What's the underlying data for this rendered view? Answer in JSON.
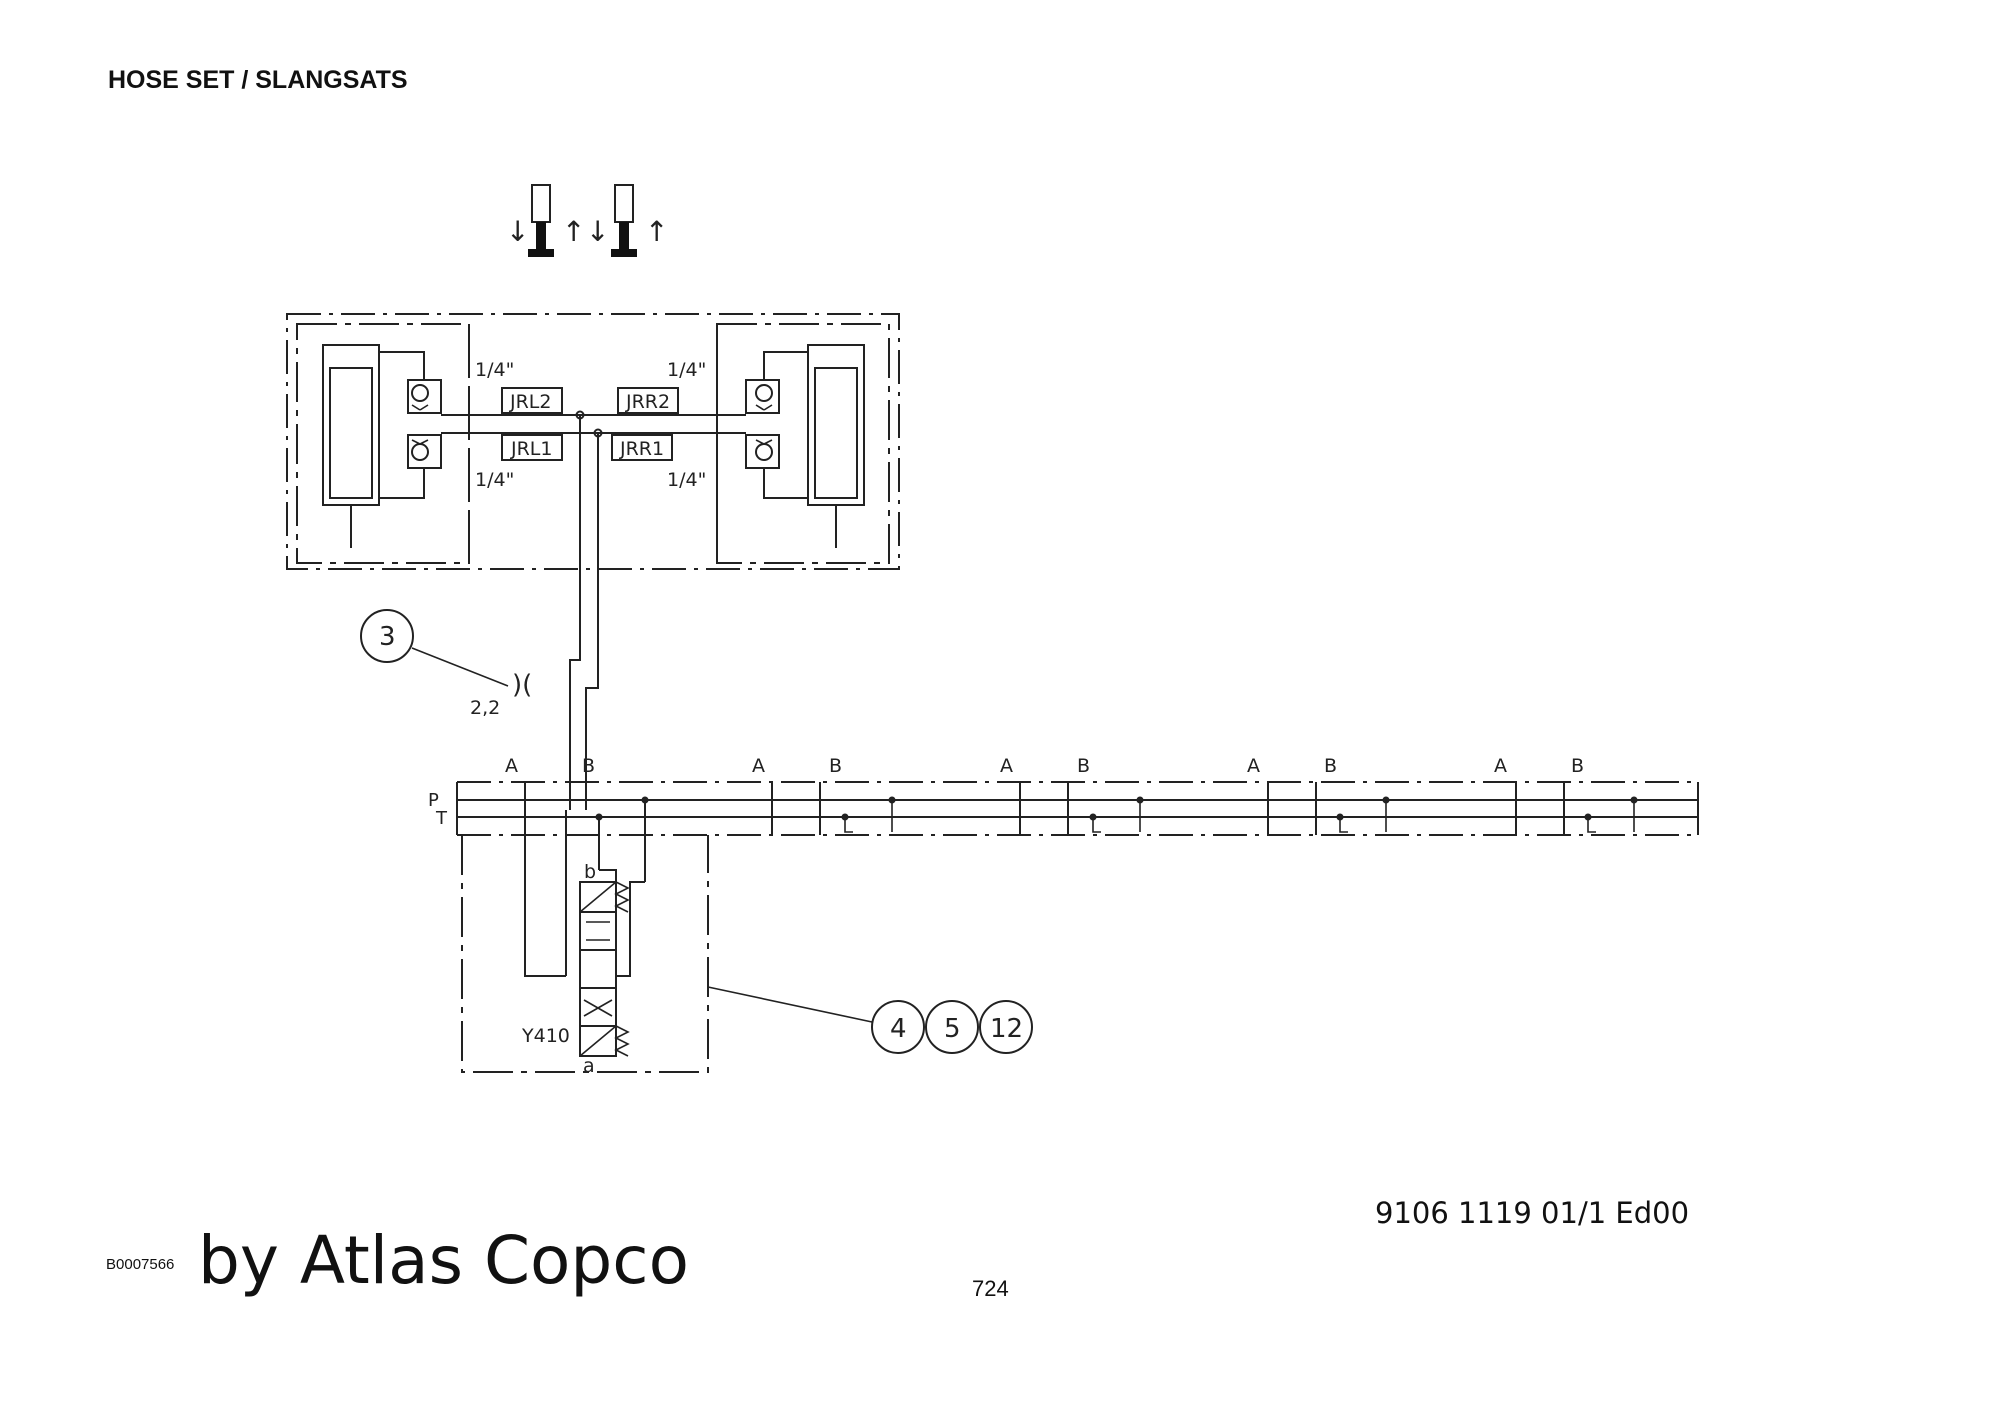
{
  "header": {
    "title": "HOSE SET / SLANGSATS"
  },
  "footer": {
    "doc_number": "9106 1119  01/1  Ed00",
    "image_id": "B0007566",
    "brand": "by Atlas Copco",
    "page_number": "724"
  },
  "diagram": {
    "hose_sizes": {
      "top_left": "1/4\"",
      "top_right": "1/4\"",
      "bottom_left": "1/4\"",
      "bottom_right": "1/4\""
    },
    "jack_labels": {
      "jrl2": "JRL2",
      "jrr2": "JRR2",
      "jrl1": "JRL1",
      "jrr1": "JRR1"
    },
    "callouts": {
      "c3": "3",
      "c4": "4",
      "c5": "5",
      "c12": "12"
    },
    "restrictor_value": "2,2",
    "valve_label": "Y410",
    "solenoid_a": "a",
    "solenoid_b": "b",
    "port_p": "P",
    "port_t": "T",
    "ports": [
      "A",
      "B",
      "A",
      "B",
      "A",
      "B",
      "A",
      "B",
      "A",
      "B"
    ],
    "motion_arrows": {
      "down": "↓",
      "up": "↑"
    }
  }
}
